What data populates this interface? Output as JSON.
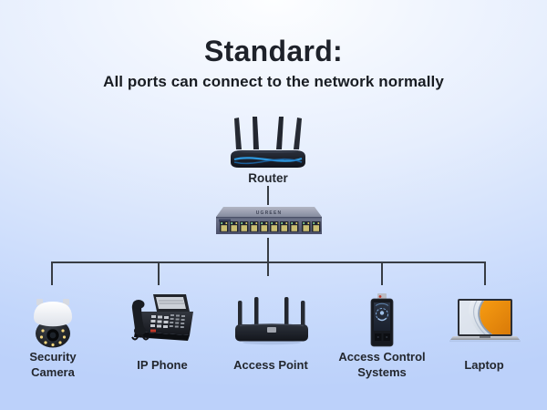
{
  "title": "Standard:",
  "subtitle": "All ports can connect to the network normally",
  "colors": {
    "background_top": "#fdfeff",
    "background_bottom": "#bcd1fa",
    "connector_line": "#383d44",
    "title_text": "#1e222a",
    "label_text": "#23272e",
    "router_accent_blue": "#2f9fe8",
    "laptop_wallpaper_orange": "#ef9110"
  },
  "topology": {
    "router": {
      "label": "Router",
      "icon": "wifi-router-icon"
    },
    "switch": {
      "brand": "UGREEN",
      "ports": 10,
      "icon": "ethernet-switch-icon"
    },
    "devices": [
      {
        "label": "Security Camera",
        "icon": "security-camera-icon"
      },
      {
        "label": "IP Phone",
        "icon": "ip-phone-icon"
      },
      {
        "label": "Access Point",
        "icon": "access-point-icon"
      },
      {
        "label": "Access Control Systems",
        "icon": "access-control-icon"
      },
      {
        "label": "Laptop",
        "icon": "laptop-icon"
      }
    ]
  }
}
